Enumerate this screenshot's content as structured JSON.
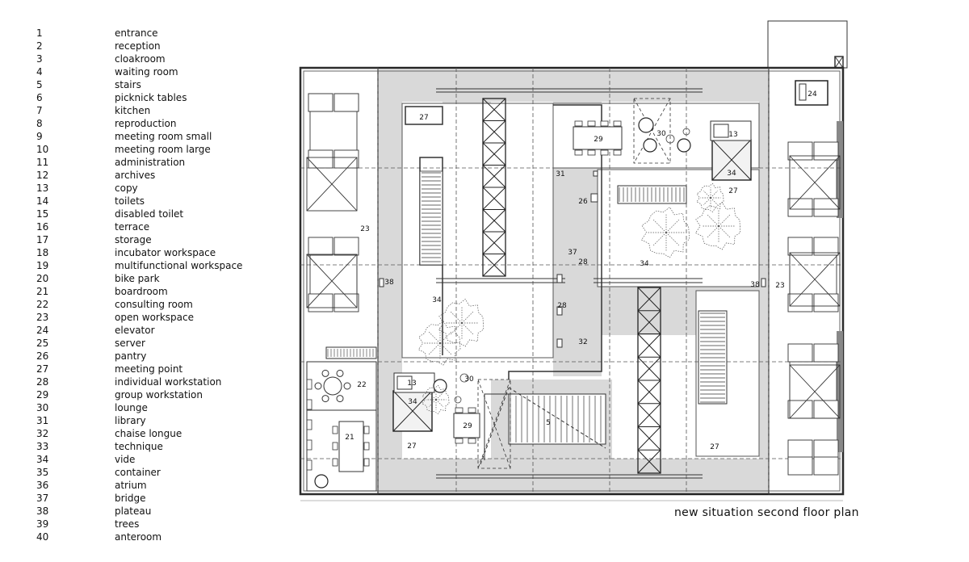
{
  "legend": [
    {
      "num": "1",
      "label": "entrance"
    },
    {
      "num": "2",
      "label": "reception"
    },
    {
      "num": "3",
      "label": "cloakroom"
    },
    {
      "num": "4",
      "label": "waiting room"
    },
    {
      "num": "5",
      "label": "stairs"
    },
    {
      "num": "6",
      "label": "picknick tables"
    },
    {
      "num": "7",
      "label": "kitchen"
    },
    {
      "num": "8",
      "label": "reproduction"
    },
    {
      "num": "9",
      "label": "meeting room small"
    },
    {
      "num": "10",
      "label": "meeting room large"
    },
    {
      "num": "11",
      "label": "administration"
    },
    {
      "num": "12",
      "label": "archives"
    },
    {
      "num": "13",
      "label": "copy"
    },
    {
      "num": "14",
      "label": "toilets"
    },
    {
      "num": "15",
      "label": "disabled toilet"
    },
    {
      "num": "16",
      "label": "terrace"
    },
    {
      "num": "17",
      "label": "storage"
    },
    {
      "num": "18",
      "label": "incubator workspace"
    },
    {
      "num": "19",
      "label": "multifunctional workspace"
    },
    {
      "num": "20",
      "label": "bike park"
    },
    {
      "num": "21",
      "label": "boardroom"
    },
    {
      "num": "22",
      "label": "consulting room"
    },
    {
      "num": "23",
      "label": "open workspace"
    },
    {
      "num": "24",
      "label": "elevator"
    },
    {
      "num": "25",
      "label": "server"
    },
    {
      "num": "26",
      "label": "pantry"
    },
    {
      "num": "27",
      "label": "meeting point"
    },
    {
      "num": "28",
      "label": "individual workstation"
    },
    {
      "num": "29",
      "label": "group workstation"
    },
    {
      "num": "30",
      "label": "lounge"
    },
    {
      "num": "31",
      "label": "library"
    },
    {
      "num": "32",
      "label": "chaise longue"
    },
    {
      "num": "33",
      "label": "technique"
    },
    {
      "num": "34",
      "label": "vide"
    },
    {
      "num": "35",
      "label": "container"
    },
    {
      "num": "36",
      "label": "atrium"
    },
    {
      "num": "37",
      "label": "bridge"
    },
    {
      "num": "38",
      "label": "plateau"
    },
    {
      "num": "39",
      "label": "trees"
    },
    {
      "num": "40",
      "label": "anteroom"
    }
  ],
  "plan": {
    "title": "new situation second floor plan",
    "labels": {
      "l23a": "23",
      "l23b": "23",
      "l24": "24",
      "l27a": "27",
      "l27b": "27",
      "l27c": "27",
      "l27d": "27",
      "l29a": "29",
      "l29b": "29",
      "l30a": "30",
      "l30b": "30",
      "l13a": "13",
      "l13b": "13",
      "l34a": "34",
      "l34b": "34",
      "l34c": "34",
      "l34d": "34",
      "l31": "31",
      "l26": "26",
      "l37": "37",
      "l28a": "28",
      "l28b": "28",
      "l38a": "38",
      "l38b": "38",
      "l32": "32",
      "l22": "22",
      "l21": "21",
      "l5": "5"
    }
  }
}
